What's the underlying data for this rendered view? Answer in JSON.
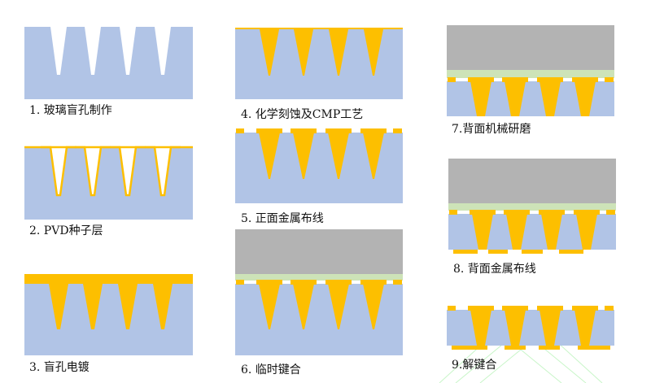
{
  "colors": {
    "substrate": "#b1c4e6",
    "metal": "#fdbf00",
    "carrier": "#b3b3b3",
    "adhesive": "#cde3b8"
  },
  "steps": [
    {
      "label": "1. 玻璃盲孔制作"
    },
    {
      "label": "2. PVD种子层"
    },
    {
      "label": "3. 盲孔电镀"
    },
    {
      "label": "4. 化学刻蚀及CMP工艺"
    },
    {
      "label": "5. 正面金属布线"
    },
    {
      "label": "6. 临时键合"
    },
    {
      "label": "7.背面机械研磨"
    },
    {
      "label": "8. 背面金属布线"
    },
    {
      "label": "9.解键合"
    }
  ]
}
